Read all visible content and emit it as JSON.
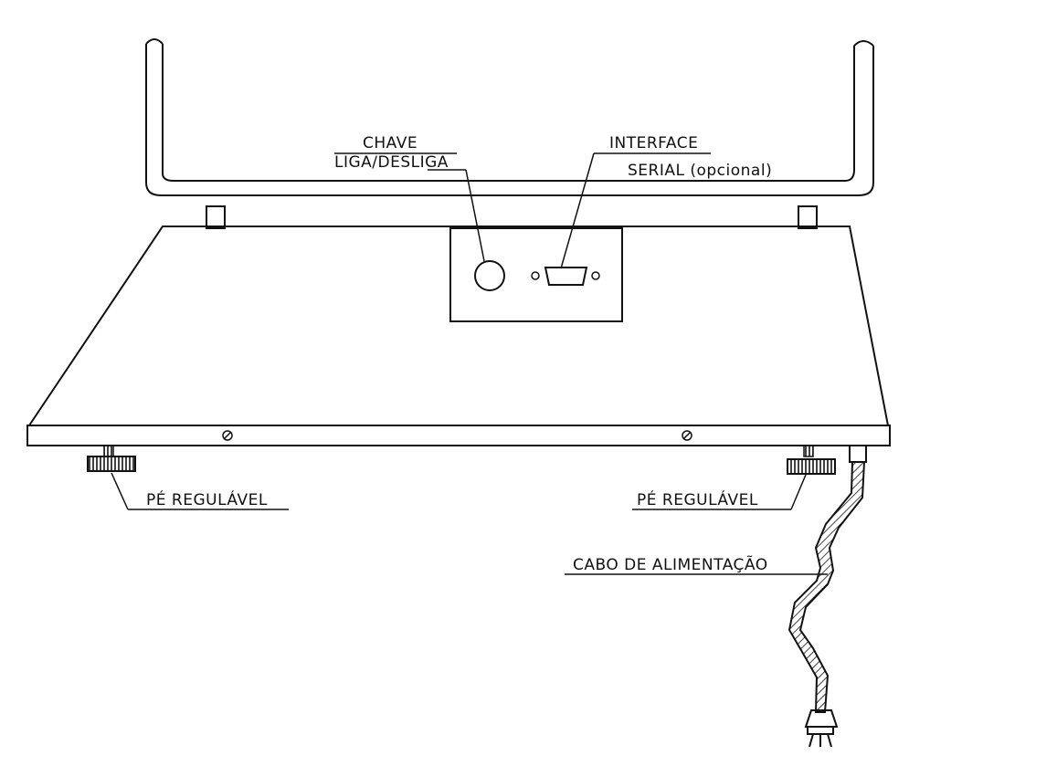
{
  "labels": {
    "switch_line1": "CHAVE",
    "switch_line2": "LIGA/DESLIGA",
    "interface_line1": "INTERFACE",
    "interface_line2": "SERIAL (opcional)",
    "foot_left": "PÉ REGULÁVEL",
    "foot_right": "PÉ REGULÁVEL",
    "power_cable": "CABO DE ALIMENTAÇÃO"
  }
}
